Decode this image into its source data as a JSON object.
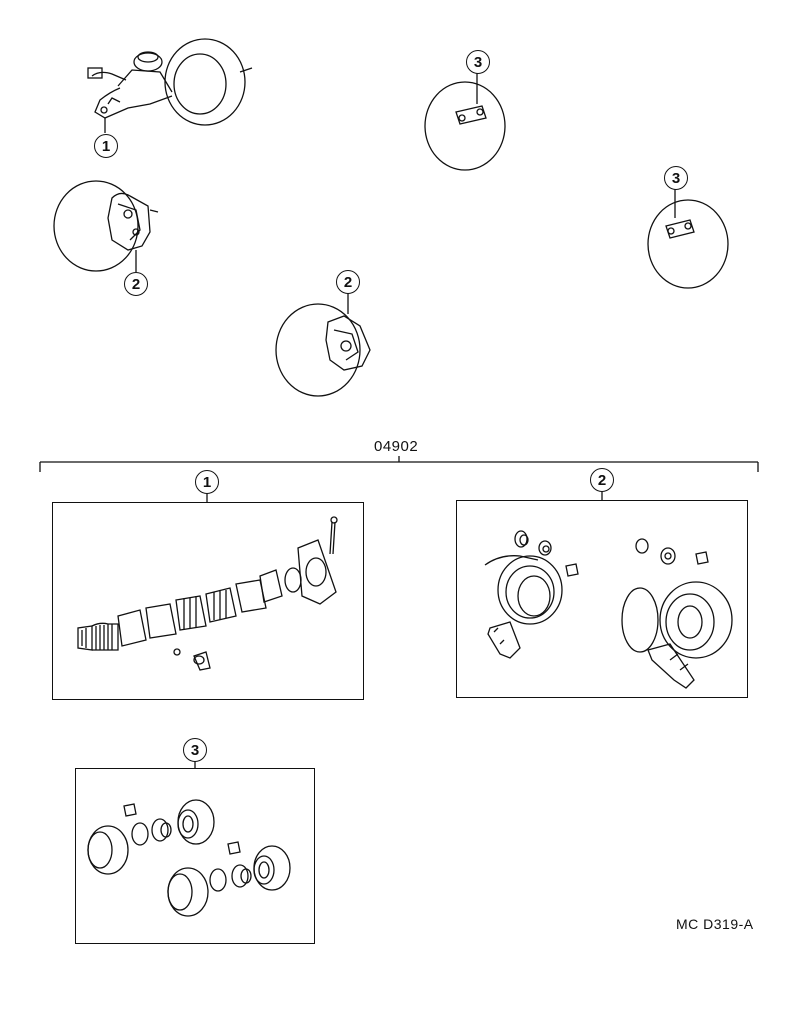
{
  "callouts": {
    "c1_top": "1",
    "c2_left": "2",
    "c2_mid": "2",
    "c3_top": "3",
    "c3_right": "3",
    "kit1": "1",
    "kit2": "2",
    "kit3": "3"
  },
  "part_number": "04902",
  "diagram_code": "MC D319-A"
}
